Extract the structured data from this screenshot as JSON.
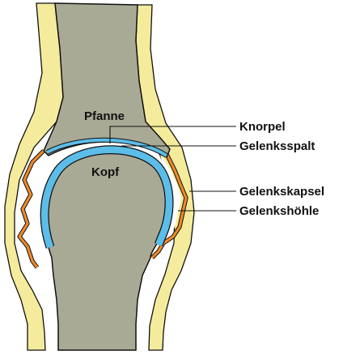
{
  "labels": {
    "pfanne": "Pfanne",
    "kopf": "Kopf",
    "knorpel": "Knorpel",
    "gelenksspalt": "Gelenksspalt",
    "gelenkskapsel": "Gelenkskapsel",
    "gelenkshoehle": "Gelenkshöhle"
  },
  "colors": {
    "bone": "#a9aa95",
    "capsule": "#f4ec9c",
    "cartilage": "#5cbde8",
    "synovial": "#ee8a2a",
    "cavity": "#ffffff",
    "outline": "#111111"
  }
}
